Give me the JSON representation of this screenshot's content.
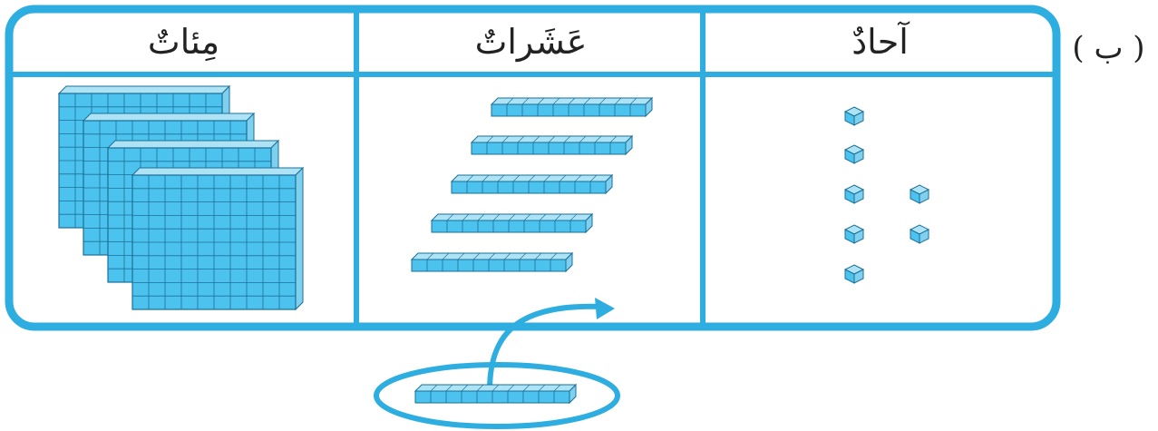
{
  "exercise_label": "( ب )",
  "table": {
    "columns": [
      {
        "key": "hundreds",
        "header": "مِئاتٌ",
        "count": 4
      },
      {
        "key": "tens",
        "header": "عَشَراتٌ",
        "count": 5
      },
      {
        "key": "ones",
        "header": "آحادٌ",
        "count": 7
      }
    ]
  },
  "colors": {
    "frame": "#2eaee0",
    "cube_face": "#4cc3ee",
    "cube_top": "#aee3f6",
    "cube_side": "#7fd0ef",
    "grid_line": "#1b6f96"
  },
  "regroup": {
    "arrow": "curved-arrow",
    "loose_ten_count": 1
  }
}
